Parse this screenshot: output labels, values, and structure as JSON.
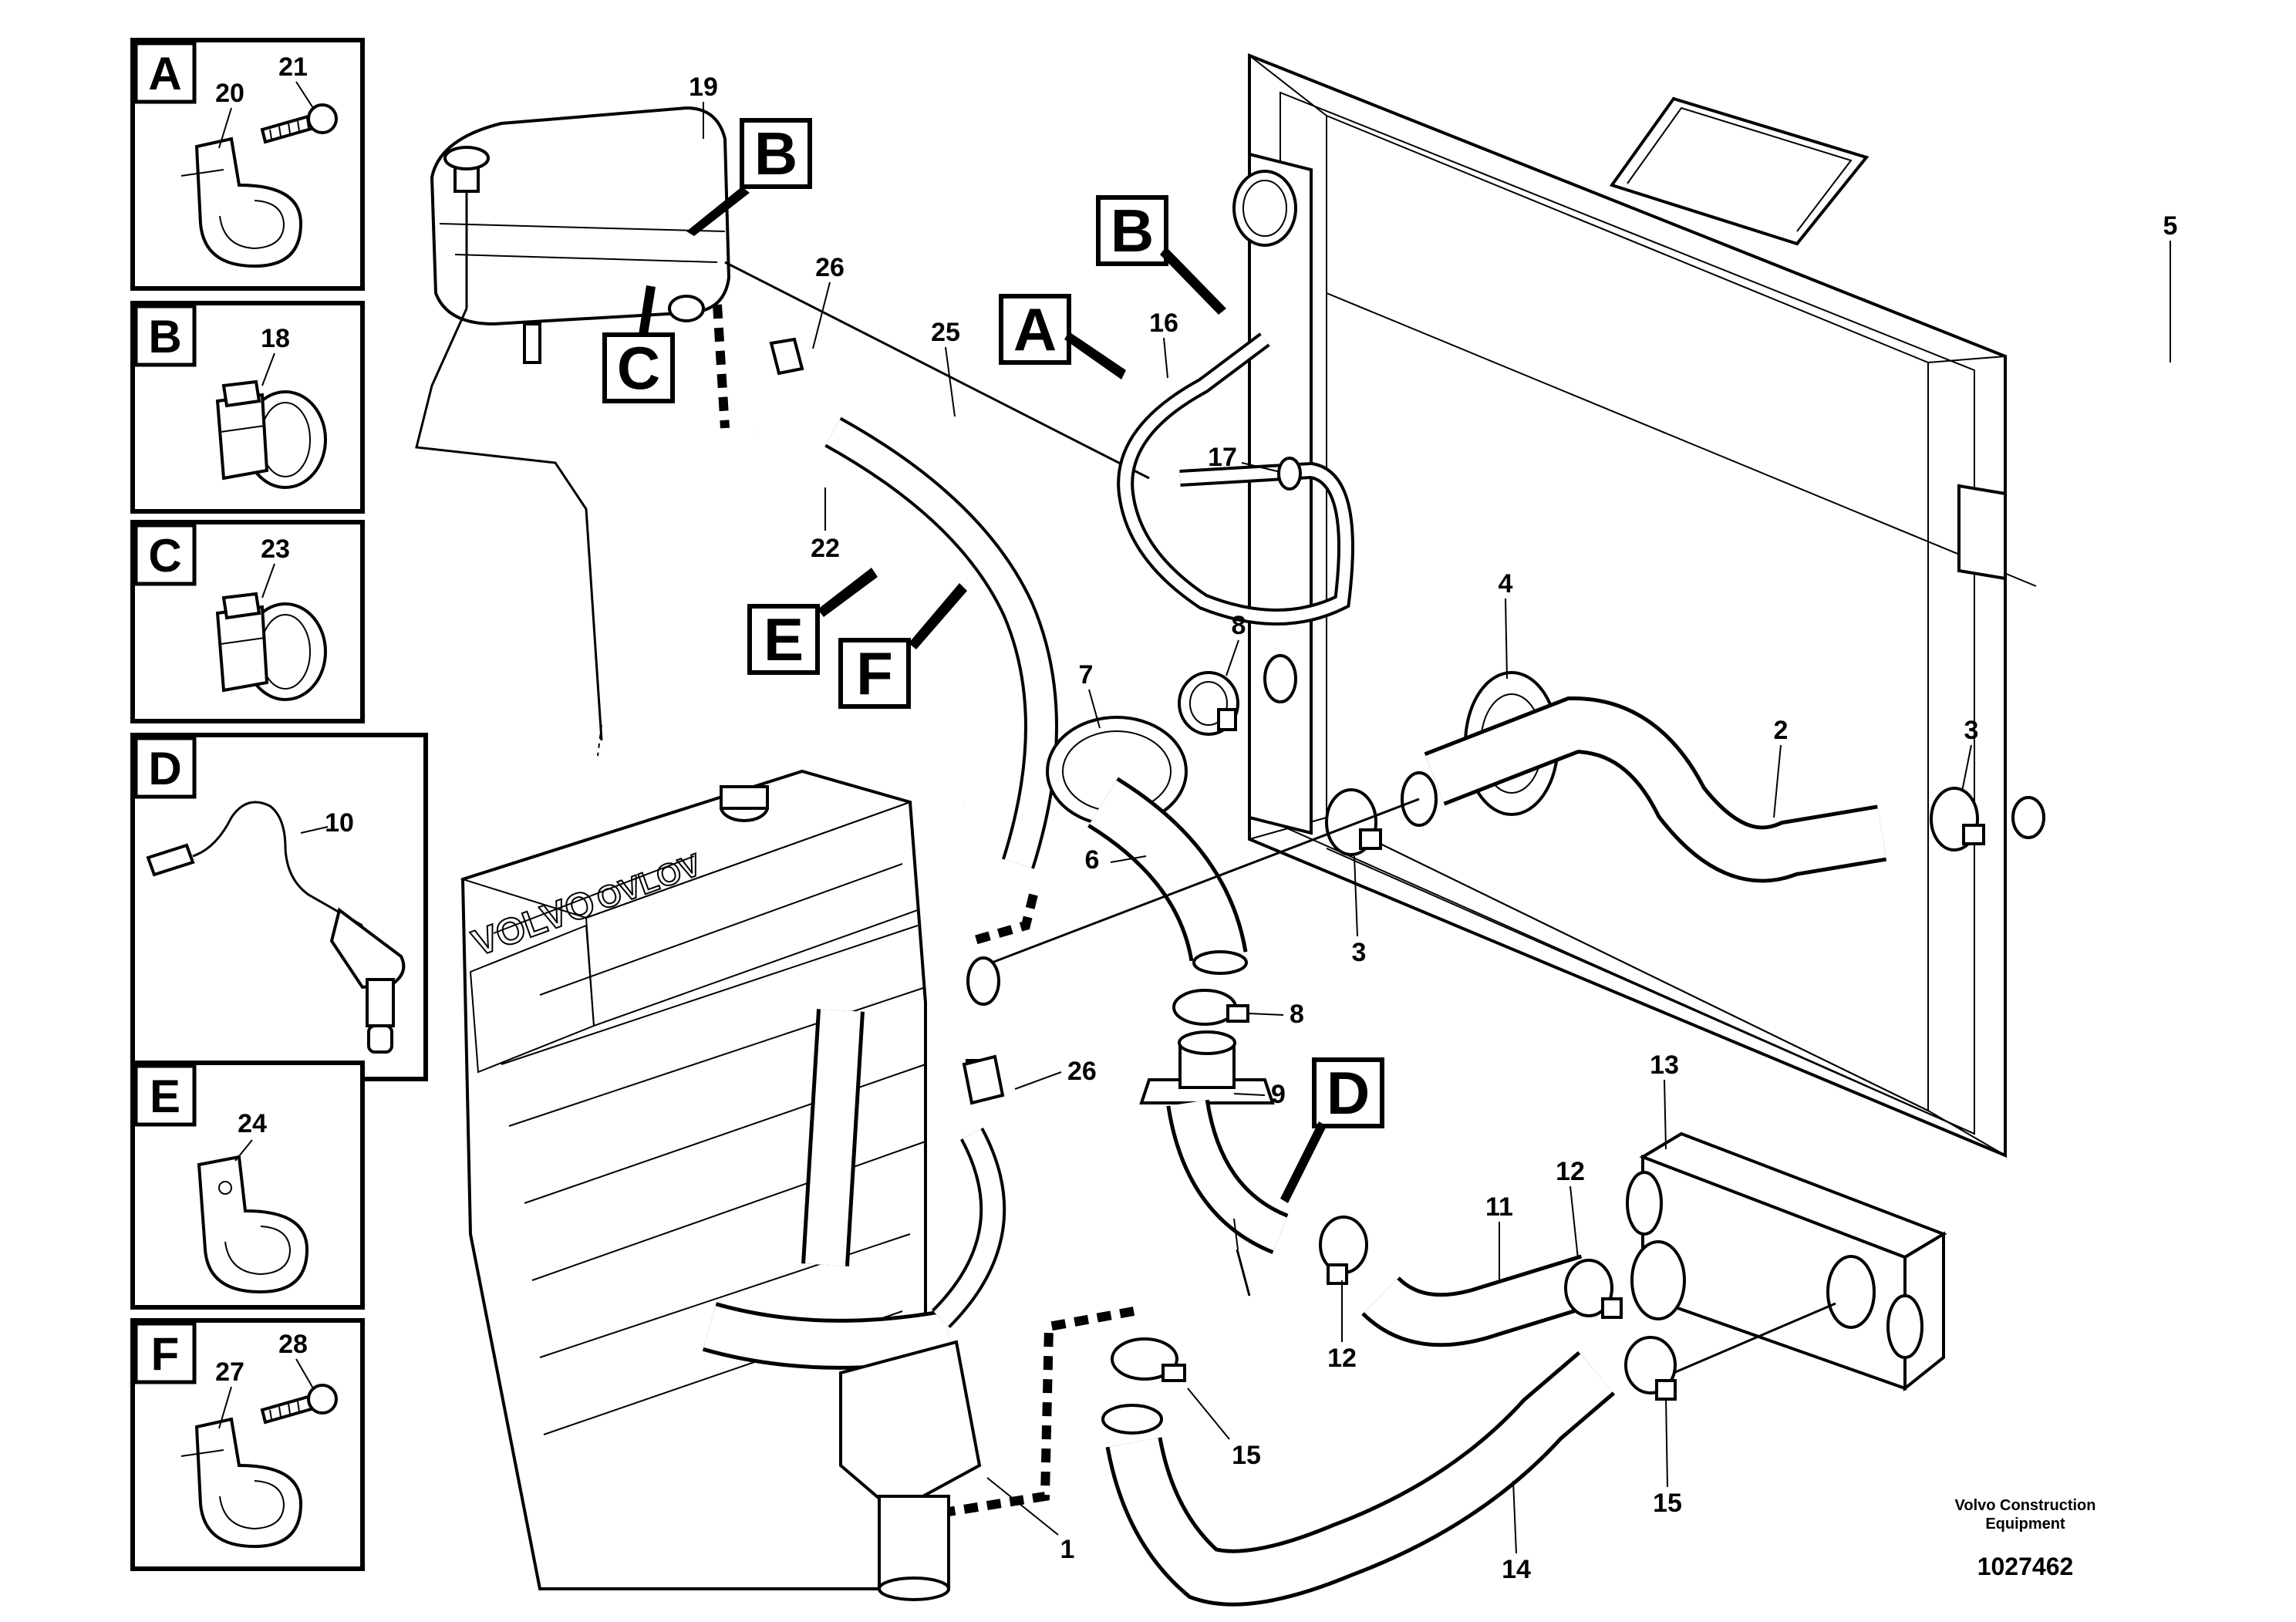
{
  "insets": [
    {
      "letter": "A",
      "parts": [
        "20",
        "21"
      ]
    },
    {
      "letter": "B",
      "parts": [
        "18"
      ]
    },
    {
      "letter": "C",
      "parts": [
        "23"
      ]
    },
    {
      "letter": "D",
      "parts": [
        "10"
      ]
    },
    {
      "letter": "E",
      "parts": [
        "24"
      ]
    },
    {
      "letter": "F",
      "parts": [
        "27",
        "28"
      ]
    }
  ],
  "callouts": {
    "p1": "1",
    "p2": "2",
    "p3a": "3",
    "p3b": "3",
    "p4": "4",
    "p5": "5",
    "p6": "6",
    "p7": "7",
    "p8a": "8",
    "p8b": "8",
    "p9": "9",
    "p11": "11",
    "p12a": "12",
    "p12b": "12",
    "p13": "13",
    "p14": "14",
    "p15a": "15",
    "p15b": "15",
    "p16": "16",
    "p17": "17",
    "p19": "19",
    "p22": "22",
    "p25": "25",
    "p26a": "26",
    "p26b": "26"
  },
  "detail_refs": {
    "b_top": "B",
    "c_top": "C",
    "a_main": "A",
    "b_main": "B",
    "e_main": "E",
    "f_main": "F",
    "d_main": "D"
  },
  "footer": {
    "company_line1": "Volvo Construction",
    "company_line2": "Equipment",
    "drawing_number": "1027462"
  }
}
